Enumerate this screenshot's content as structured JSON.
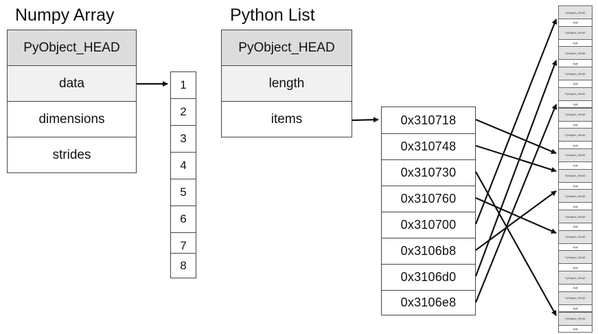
{
  "numpy": {
    "title": "Numpy Array",
    "fields": [
      "PyObject_HEAD",
      "data",
      "dimensions",
      "strides"
    ]
  },
  "data_buffer": {
    "values": [
      "1",
      "2",
      "3",
      "4",
      "5",
      "6",
      "7",
      "8"
    ]
  },
  "pylist": {
    "title": "Python List",
    "fields": [
      "PyObject_HEAD",
      "length",
      "items"
    ]
  },
  "pointers": {
    "addresses": [
      "0x310718",
      "0x310748",
      "0x310730",
      "0x310760",
      "0x310700",
      "0x3106b8",
      "0x3106d0",
      "0x3106e8"
    ]
  },
  "heap": {
    "object_head_label": "PyObject_HEAD",
    "object_value_label": "digit"
  },
  "colors": {
    "line": "#111111",
    "border": "#444444",
    "head_fill": "#dcdcdc",
    "highlight_fill": "#f1f1f1"
  }
}
